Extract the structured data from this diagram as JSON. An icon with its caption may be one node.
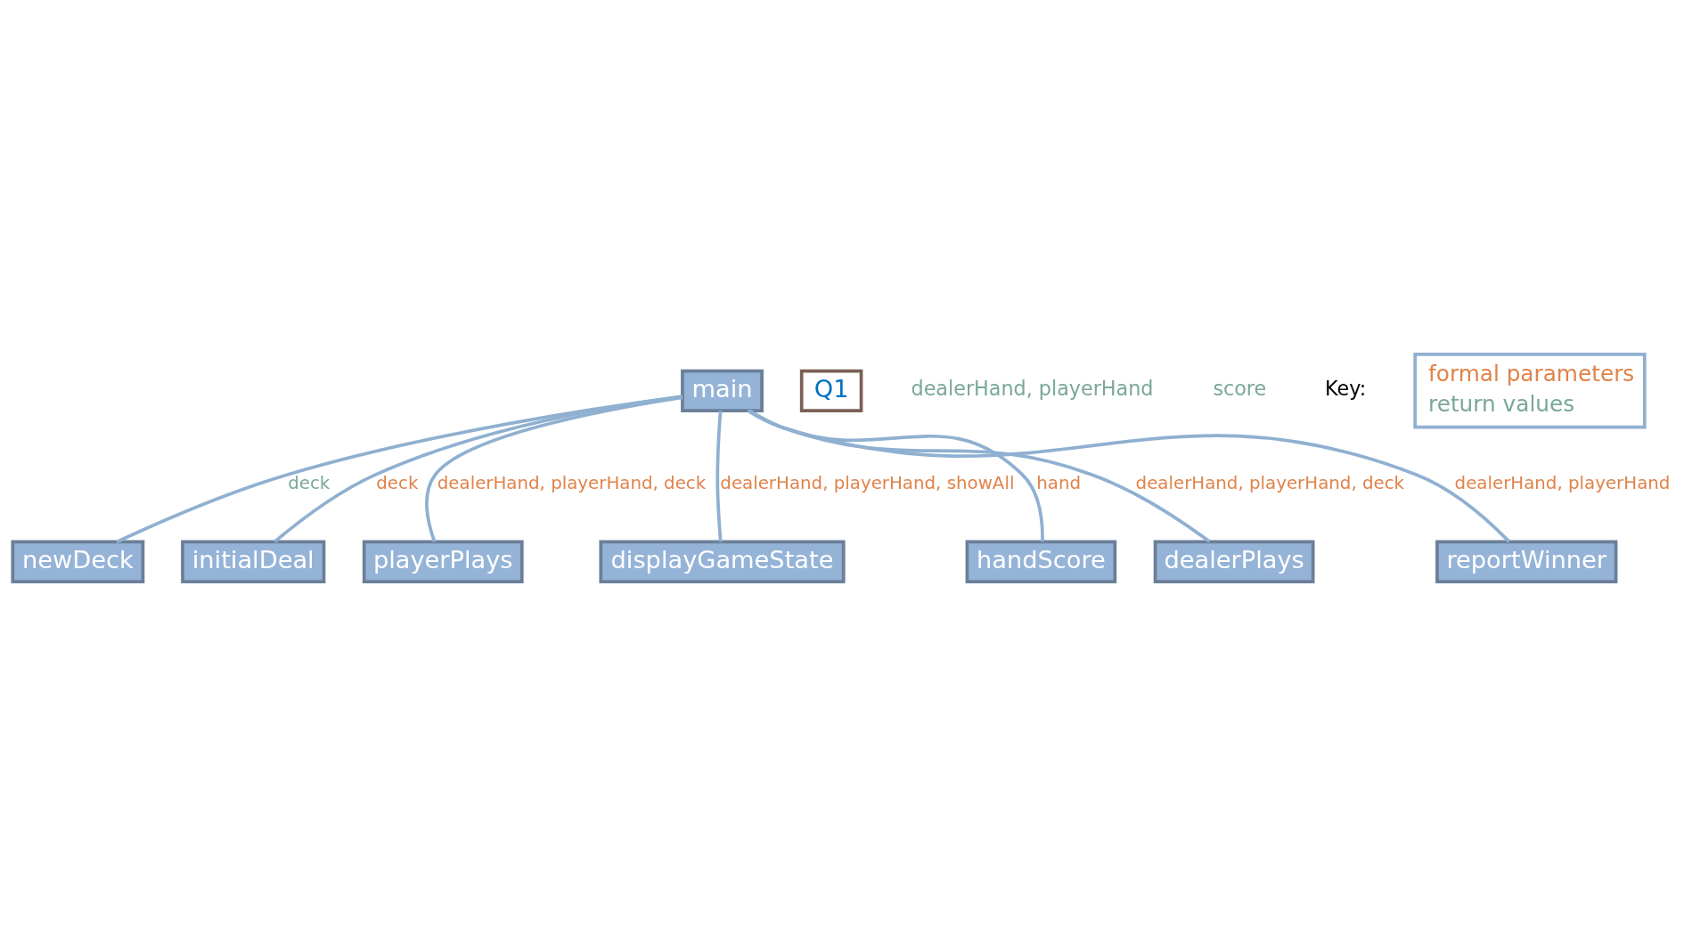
{
  "diagram": {
    "nodes": [
      {
        "text": [
          "main"
        ]
      },
      {
        "text": [
          "newDeck"
        ]
      },
      {
        "text": [
          "initialDeal"
        ]
      },
      {
        "text": [
          "playerPlays"
        ]
      },
      {
        "text": [
          "displayGameState"
        ]
      },
      {
        "text": [
          "handScore"
        ]
      },
      {
        "text": [
          "dealerPlays"
        ]
      },
      {
        "text": [
          "reportWinner"
        ]
      },
      {
        "text": [
          "Q1"
        ]
      }
    ],
    "edges": [
      {
        "from": 0,
        "to": 1,
        "arrow": "none",
        "label": "deck"
      },
      {
        "from": 0,
        "to": 2,
        "arrow": "none",
        "label": "deck"
      },
      {
        "from": 0,
        "to": 3,
        "arrow": "none",
        "label": "dealerHand, playerHand, deck"
      },
      {
        "from": 0,
        "to": 4,
        "arrow": "none",
        "label": "dealerHand, playerHand, showAll"
      },
      {
        "from": 0,
        "to": 5,
        "arrow": "none",
        "label": "hand"
      },
      {
        "from": 0,
        "to": 6,
        "arrow": "none",
        "label": "dealerHand, playerHand, deck"
      },
      {
        "from": 0,
        "to": 7,
        "arrow": "none",
        "label": "dealerHand, playerHand"
      }
    ],
    "labels": [
      "dealerHand, playerHand",
      "score",
      "Key:"
    ],
    "legend": [
      {
        "text": "formal parameters",
        "color": "#e0834a"
      },
      {
        "text": "return values",
        "color": "#7aa896"
      }
    ]
  }
}
